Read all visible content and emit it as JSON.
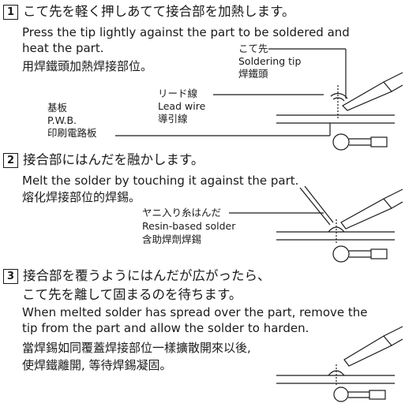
{
  "step1": {
    "number": "1",
    "jp": "こて先を軽く押しあてて接合部を加熱します。",
    "en_line1": "Press the tip lightly against the part to be soldered and",
    "en_line2": "heat the part.",
    "zh": "用焊鐵頭加熱焊接部位。",
    "label_tip": [
      "こて先",
      "Soldering tip",
      "焊鐵頭"
    ],
    "label_lead": [
      "リード線",
      "Lead wire",
      "導引線"
    ],
    "label_pwb": [
      "基板",
      "P.W.B.",
      "印刷電路板"
    ]
  },
  "step2": {
    "number": "2",
    "jp": "接合部にはんだを融かします。",
    "en": "Melt the solder by touching it against the part.",
    "zh": "熔化焊接部位的焊錫。",
    "label_solder": [
      "ヤニ入り糸はんだ",
      "Resin-based solder",
      "含助焊劑焊錫"
    ]
  },
  "step3": {
    "number": "3",
    "jp_line1": "接合部を覆うようにはんだが広がったら、",
    "jp_line2": "こて先を離して固まるのを待ちます。",
    "en_line1": "When melted solder has spread over the part, remove the",
    "en_line2": "tip from the part and allow the solder to harden.",
    "zh_line1": "當焊錫如同覆蓋焊接部位一樣擴散開來以後,",
    "zh_line2": "使焊鐵離開, 等待焊錫凝固。"
  }
}
